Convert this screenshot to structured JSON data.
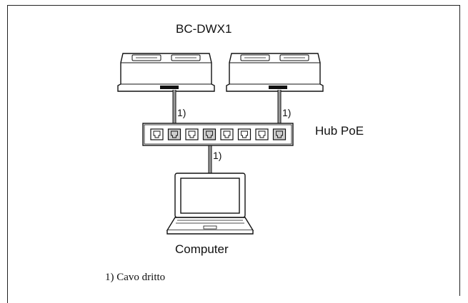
{
  "diagram": {
    "device_title": "BC-DWX1",
    "hub_label": "Hub PoE",
    "computer_label": "Computer",
    "cable_refs": {
      "left_charger": "1)",
      "right_charger": "1)",
      "computer": "1)"
    },
    "footnote": "1) Cavo dritto",
    "hub_port_count": 8
  }
}
